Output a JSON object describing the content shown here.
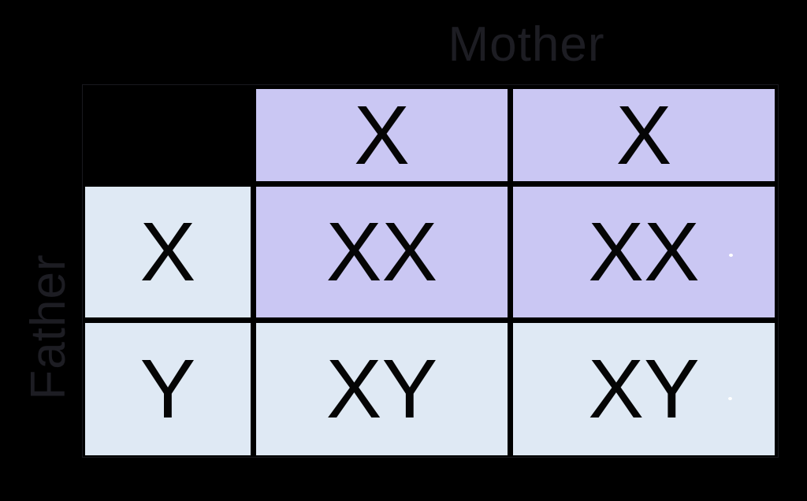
{
  "diagram": {
    "type": "punnett-square",
    "top_label": "Mother",
    "side_label": "Father",
    "col_headers": [
      "X",
      "X"
    ],
    "row_headers": [
      "X",
      "Y"
    ],
    "cells": [
      [
        "XX",
        "XX"
      ],
      [
        "XY",
        "XY"
      ]
    ]
  },
  "colors": {
    "background": "#000000",
    "mother_region": "#cac7f3",
    "father_region": "#dfe9f4",
    "cell_text": "#050505",
    "axis_label_text": "#1d1d23",
    "artifact_dot": "#ffffff"
  }
}
